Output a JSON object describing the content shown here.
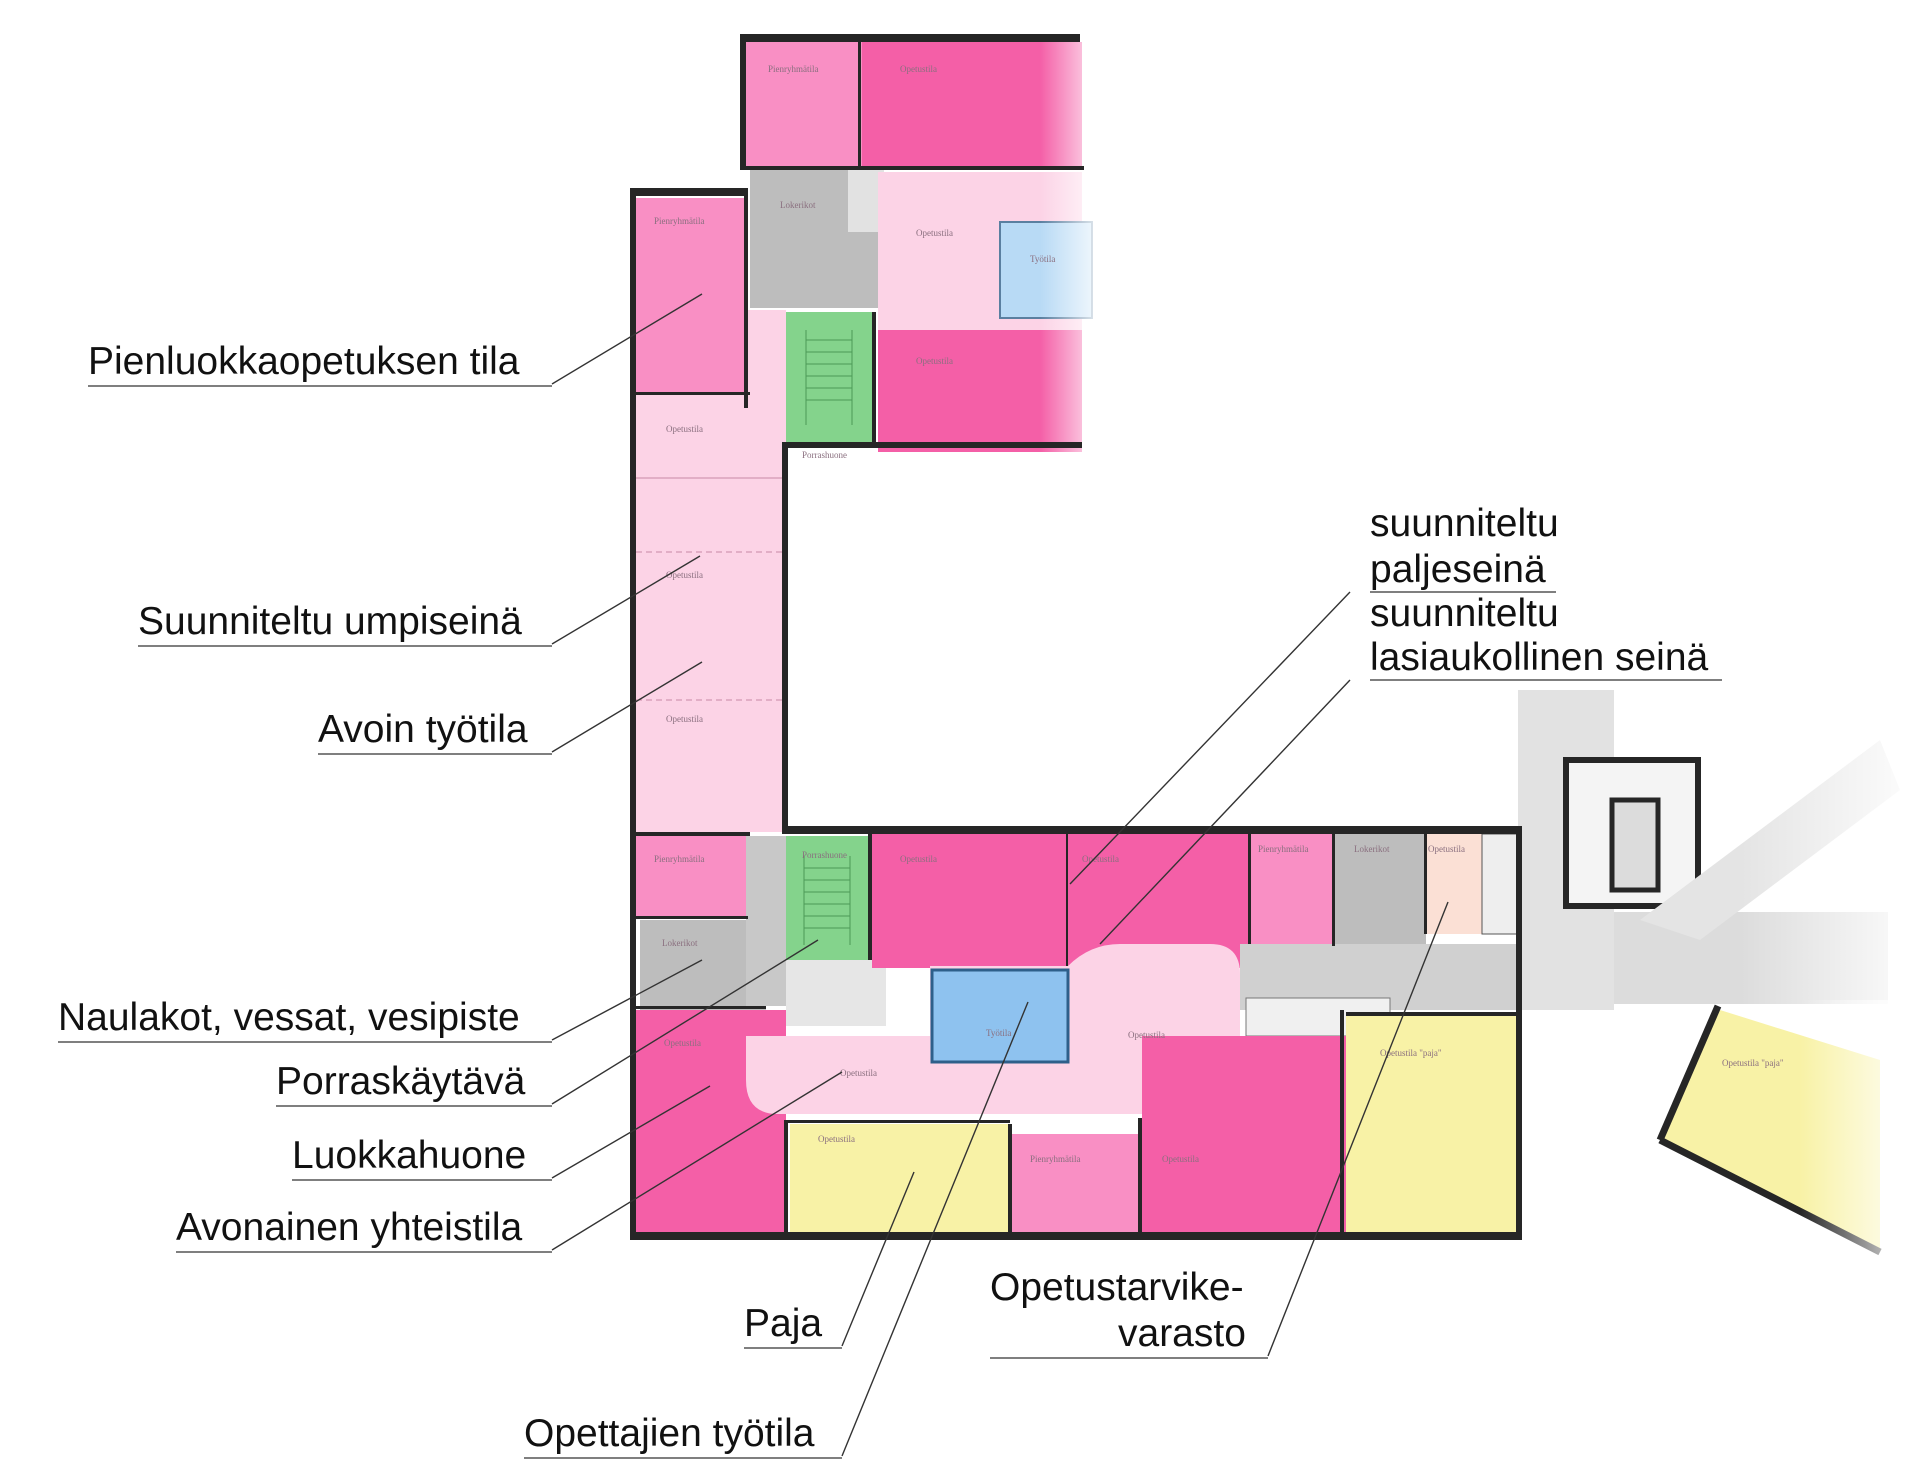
{
  "colors": {
    "classroom": "#f45fa7",
    "small_group": "#f98fc4",
    "open_work": "#fdcde3",
    "common": "#f8bcd8",
    "lockers": "#bdbdbd",
    "stair": "#84d38c",
    "teachers": "#8ec2ef",
    "workshop": "#f8f2a6",
    "storage": "#fbe0d5",
    "corridor": "#d3d3d3",
    "wall": "#262626"
  },
  "labels": {
    "pienluokka": "Pienluokkaopetuksen tila",
    "umpiseina": "Suunniteltu umpiseinä",
    "avoin_tyotila": "Avoin työtila",
    "naulakot": "Naulakot, vessat, vesipiste",
    "porras": "Porraskäytävä",
    "luokkahuone": "Luokkahuone",
    "yhteistila": "Avonainen yhteistila",
    "paja": "Paja",
    "opettajien": "Opettajien työtila",
    "varasto_1": "Opetustarvike-",
    "varasto_2": "varasto",
    "paljeseina_1": "suunniteltu",
    "paljeseina_2": "paljeseinä",
    "lasiseina_1": "suunniteltu",
    "lasiseina_2": "lasiaukollinen seinä"
  },
  "room_labels": {
    "pienryhmatila": "Pienryhmätila",
    "opetustila": "Opetustila",
    "lokerikot": "Lokerikot",
    "porrashuone": "Porrashuone",
    "tyotila": "Työtila",
    "opetustila_paja": "Opetustila \"paja\"",
    "varasto": "Opetustila"
  }
}
